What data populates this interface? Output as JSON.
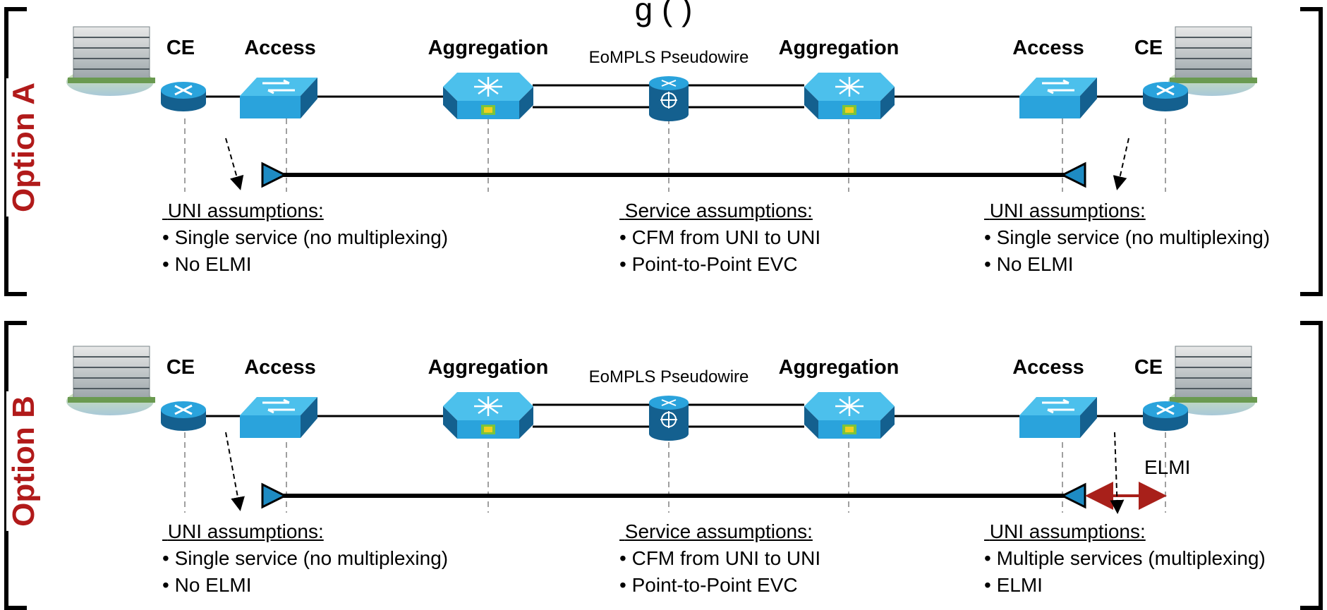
{
  "header": {
    "text": "g                                   (                              )"
  },
  "panels": [
    {
      "option": "Option A",
      "labels": {
        "ce_left": "CE",
        "access_left": "Access",
        "agg_left": "Aggregation",
        "pseudowire": "EoMPLS Pseudowire",
        "agg_right": "Aggregation",
        "access_right": "Access",
        "ce_right": "CE"
      },
      "elmi_label": "",
      "left_uni": {
        "heading": "UNI assumptions:",
        "bullets": [
          "Single service (no multiplexing)",
          "No ELMI"
        ]
      },
      "service": {
        "heading": "Service assumptions:",
        "bullets": [
          "CFM from UNI to UNI",
          "Point-to-Point EVC"
        ]
      },
      "right_uni": {
        "heading": "UNI assumptions:",
        "bullets": [
          "Single service (no multiplexing)",
          "No ELMI"
        ]
      }
    },
    {
      "option": "Option B",
      "labels": {
        "ce_left": "CE",
        "access_left": "Access",
        "agg_left": "Aggregation",
        "pseudowire": "EoMPLS Pseudowire",
        "agg_right": "Aggregation",
        "access_right": "Access",
        "ce_right": "CE"
      },
      "elmi_label": "ELMI",
      "left_uni": {
        "heading": "UNI assumptions:",
        "bullets": [
          "Single service (no multiplexing)",
          "No ELMI"
        ]
      },
      "service": {
        "heading": "Service assumptions:",
        "bullets": [
          "CFM from UNI to UNI",
          "Point-to-Point EVC"
        ]
      },
      "right_uni": {
        "heading": "UNI assumptions:",
        "bullets": [
          "Multiple services (multiplexing)",
          "ELMI"
        ]
      }
    }
  ],
  "icons": [
    "building-icon",
    "router-icon",
    "switch-icon",
    "aggregation-switch-icon",
    "mpls-router-icon"
  ],
  "colors": {
    "option_label": "#b11a1a",
    "device_blue": "#2aa3dc",
    "device_dark": "#14608f",
    "maintenance_point": "#1e8bc3",
    "elmi_arrow": "#a8201a",
    "dashed_line": "#a0a0a0"
  }
}
